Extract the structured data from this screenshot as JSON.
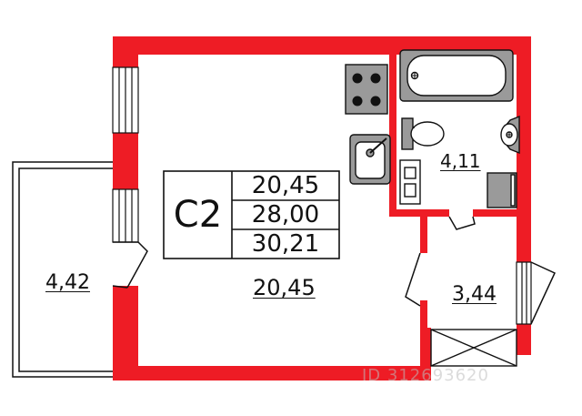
{
  "apartment": {
    "code": "С2",
    "areas": {
      "living": "20,45",
      "total": "28,00",
      "reduced": "30,21"
    }
  },
  "rooms": [
    {
      "id": "main-room",
      "area": "20,45"
    },
    {
      "id": "bathroom",
      "area": "4,11"
    },
    {
      "id": "hallway",
      "area": "3,44"
    },
    {
      "id": "balcony",
      "area": "4,42"
    }
  ],
  "watermark": "ID 312693620",
  "colors": {
    "wall": "#ee1c25",
    "fixture_fill": "#9a9a9a",
    "line": "#111111"
  },
  "icons": [
    "stove-icon",
    "sink-icon",
    "bathtub-icon",
    "toilet-icon",
    "washbasin-icon",
    "washing-machine-icon",
    "shelf-icon",
    "window-icon",
    "door-icon"
  ]
}
